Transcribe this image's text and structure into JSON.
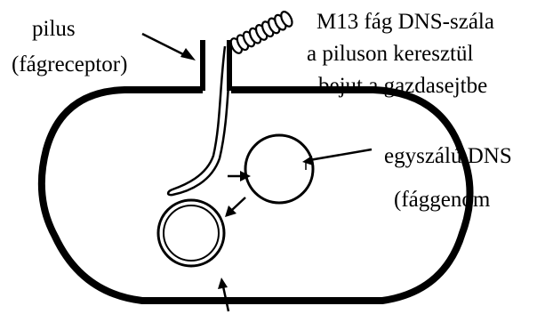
{
  "labels": {
    "pilus": "pilus",
    "receptor": "(fágreceptor)",
    "m13_line1": "M13 fág DNS-szála",
    "m13_line2": "a piluson keresztül",
    "m13_line3": "bejut a gazdasejtbe",
    "ssdna": "egyszálú DNS",
    "genome": "(fággenom"
  },
  "colors": {
    "ink": "#000000",
    "background": "#ffffff"
  }
}
